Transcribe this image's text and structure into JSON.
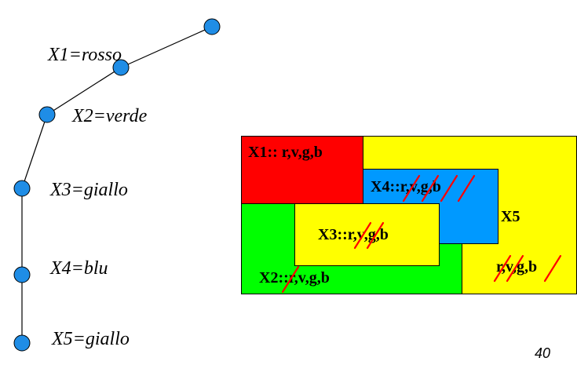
{
  "colors": {
    "node": "#1f8de6",
    "red": "#ff0000",
    "green": "#00ff00",
    "yellow": "#ffff00",
    "blue": "#0099ff",
    "strike": "#ff0000"
  },
  "assignments": [
    {
      "label": "X1=rosso"
    },
    {
      "label": "X2=verde"
    },
    {
      "label": "X3=giallo"
    },
    {
      "label": "X4=blu"
    },
    {
      "label": "X5=giallo"
    }
  ],
  "regions": {
    "x1": {
      "prefix": "X1:: ",
      "domain": "r,v,g,b"
    },
    "x4": {
      "prefix": "X4::",
      "domain": "r,v,g,b"
    },
    "x3": {
      "prefix": "X3::",
      "domain": "r,v,g,b"
    },
    "x2": {
      "prefix": "X2::",
      "domain": "r,v,g,b"
    },
    "x5": {
      "name": "X5",
      "domain": "r,v,g,b"
    }
  },
  "page_number": "40"
}
